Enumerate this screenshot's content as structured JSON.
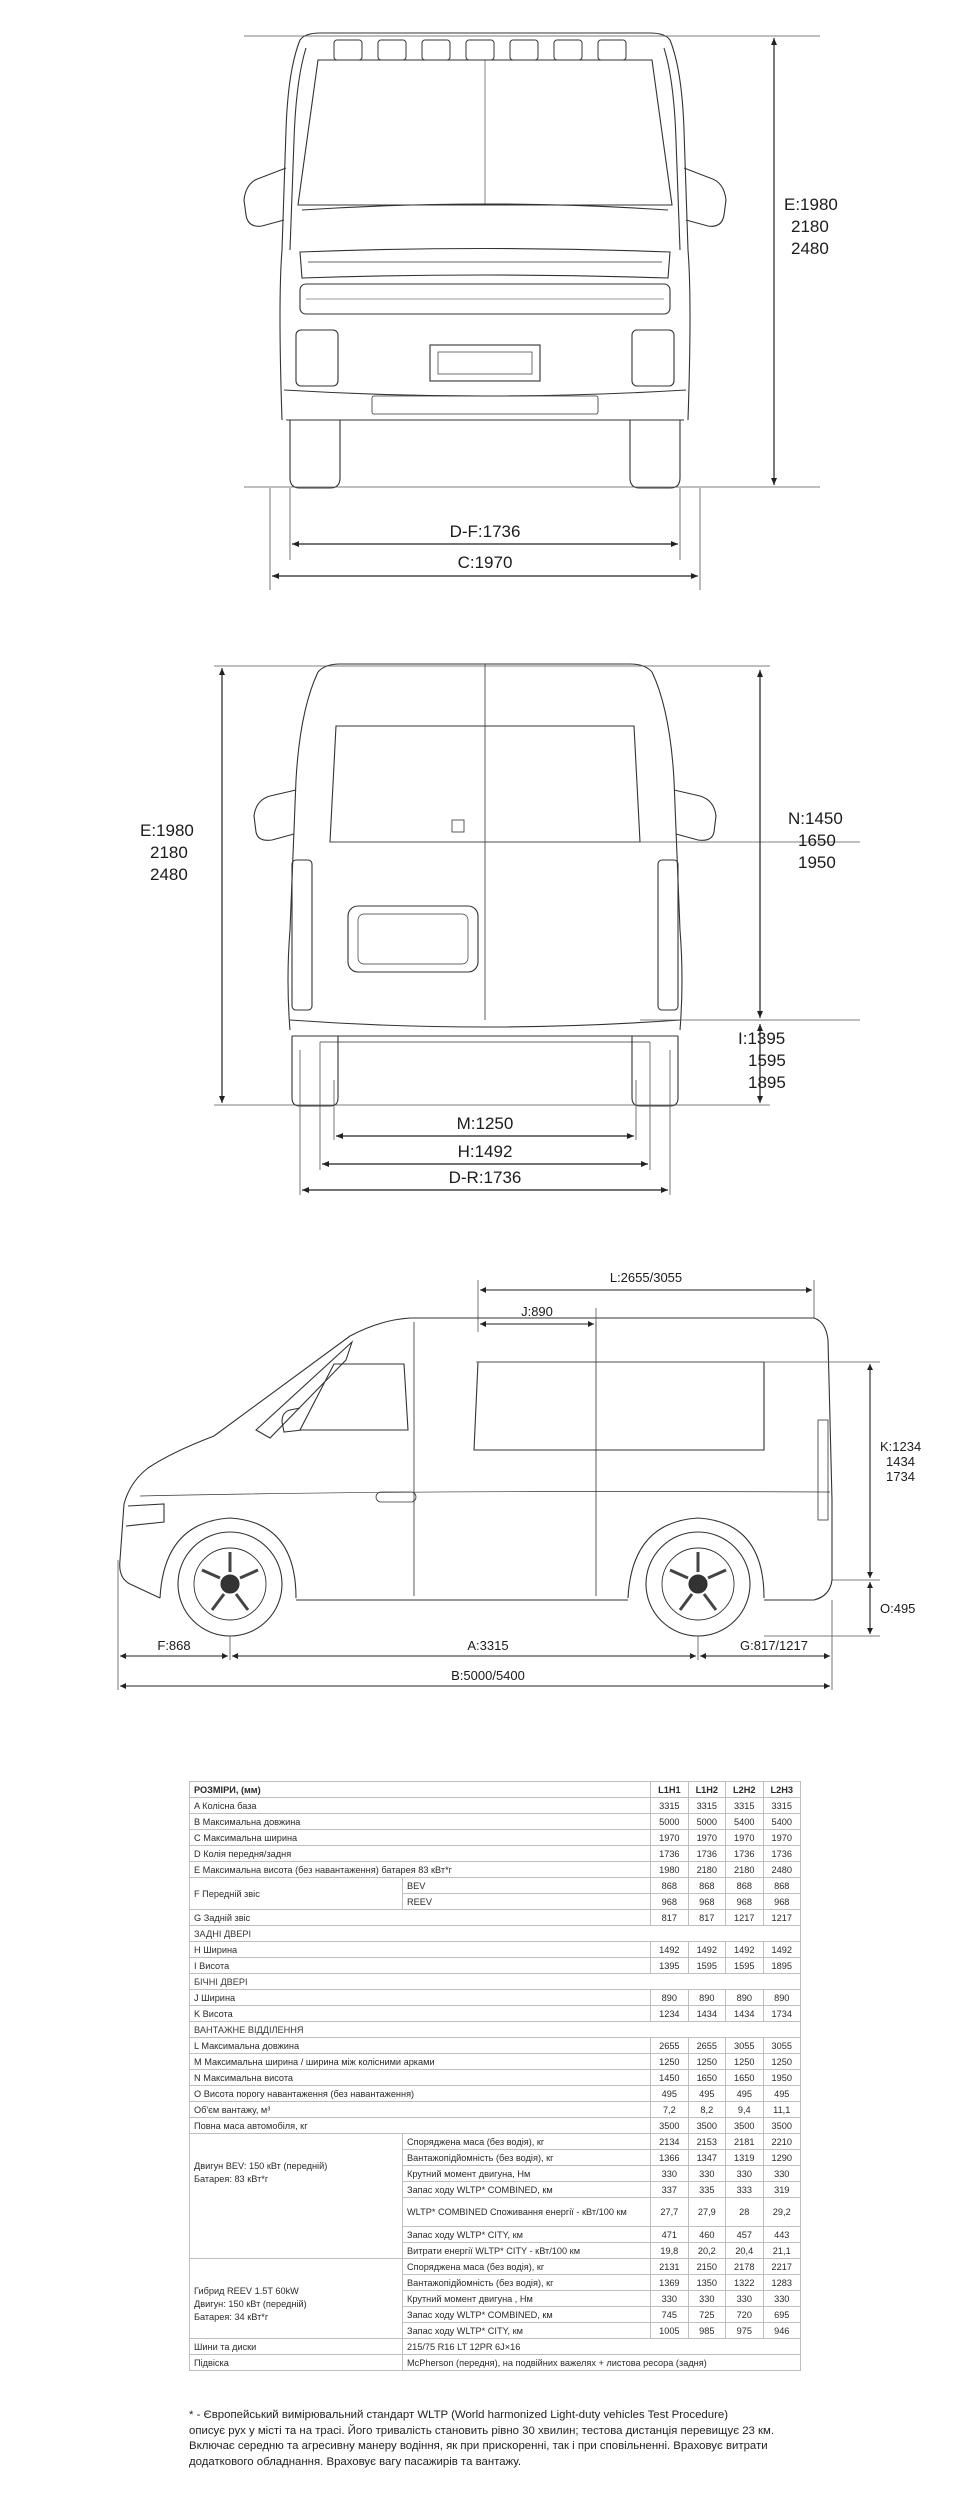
{
  "views": {
    "front": {
      "height_label": [
        "E:1980",
        "2180",
        "2480"
      ],
      "track_label": "D-F:1736",
      "width_label": "C:1970"
    },
    "rear": {
      "height_label": [
        "E:1980",
        "2180",
        "2480"
      ],
      "inner_height_label": [
        "N:1450",
        "1650",
        "1950"
      ],
      "door_height_label": [
        "I:1395",
        "1595",
        "1895"
      ],
      "cargo_width_label": "M:1250",
      "door_width_label": "H:1492",
      "track_label": "D-R:1736"
    },
    "side": {
      "cargo_length_label": "L:2655/3055",
      "side_door_label": "J:890",
      "side_door_height_label": [
        "K:1234",
        "1434",
        "1734"
      ],
      "sill_label": "O:495",
      "front_overhang_label": "F:868",
      "wheelbase_label": "A:3315",
      "rear_overhang_label": "G:817/1217",
      "length_label": "B:5000/5400"
    }
  },
  "spec": {
    "header": {
      "label": "РОЗМІРИ, (мм)",
      "cols": [
        "L1H1",
        "L1H2",
        "L2H2",
        "L2H3"
      ]
    },
    "rows": [
      {
        "label": "A Колісна база",
        "values": [
          "3315",
          "3315",
          "3315",
          "3315"
        ]
      },
      {
        "label": "B Максимальна довжина",
        "values": [
          "5000",
          "5000",
          "5400",
          "5400"
        ]
      },
      {
        "label": "C Максимальна ширина",
        "values": [
          "1970",
          "1970",
          "1970",
          "1970"
        ]
      },
      {
        "label": "D Колія передня/задня",
        "values": [
          "1736",
          "1736",
          "1736",
          "1736"
        ]
      },
      {
        "label": "E Максимальна висота (без навантаження) батарея 83 кВт*г",
        "values": [
          "1980",
          "2180",
          "2180",
          "2480"
        ]
      },
      {
        "label": "F Передній звіс",
        "sub": "BEV",
        "values": [
          "868",
          "868",
          "868",
          "868"
        ]
      },
      {
        "sub": "REEV",
        "values": [
          "968",
          "968",
          "968",
          "968"
        ]
      },
      {
        "label": "G Задній звіс",
        "values": [
          "817",
          "817",
          "1217",
          "1217"
        ]
      },
      {
        "section": "ЗАДНІ ДВЕРІ"
      },
      {
        "label": "H Ширина",
        "values": [
          "1492",
          "1492",
          "1492",
          "1492"
        ]
      },
      {
        "label": "I Висота",
        "values": [
          "1395",
          "1595",
          "1595",
          "1895"
        ]
      },
      {
        "section": "БІЧНІ ДВЕРІ"
      },
      {
        "label": "J Ширина",
        "values": [
          "890",
          "890",
          "890",
          "890"
        ]
      },
      {
        "label": "K Висота",
        "values": [
          "1234",
          "1434",
          "1434",
          "1734"
        ]
      },
      {
        "section": "ВАНТАЖНЕ ВІДДІЛЕННЯ"
      },
      {
        "label": "L Максимальна довжина",
        "values": [
          "2655",
          "2655",
          "3055",
          "3055"
        ]
      },
      {
        "label": "M Максимальна ширина / ширина між колісними арками",
        "values": [
          "1250",
          "1250",
          "1250",
          "1250"
        ]
      },
      {
        "label": "N Максимальна висота",
        "values": [
          "1450",
          "1650",
          "1650",
          "1950"
        ]
      },
      {
        "label": "O Висота порогу навантаження (без навантаження)",
        "values": [
          "495",
          "495",
          "495",
          "495"
        ]
      },
      {
        "label": "Об'єм вантажу, м³",
        "values": [
          "7,2",
          "8,2",
          "9,4",
          "11,1"
        ]
      },
      {
        "label": "Повна маса автомобіля, кг",
        "values": [
          "3500",
          "3500",
          "3500",
          "3500"
        ]
      }
    ],
    "groups": [
      {
        "label_lines": [
          "Двигун BEV: 150 кВт (передній)",
          "Батарея: 83 кВт*г"
        ],
        "rows": [
          {
            "label": "Споряджена маса (без водія), кг",
            "values": [
              "2134",
              "2153",
              "2181",
              "2210"
            ]
          },
          {
            "label": "Вантажопідйомність (без водія), кг",
            "values": [
              "1366",
              "1347",
              "1319",
              "1290"
            ]
          },
          {
            "label": "Крутний момент двигуна, Нм",
            "values": [
              "330",
              "330",
              "330",
              "330"
            ]
          },
          {
            "label": "Запас ходу WLTP* COMBINED, км",
            "values": [
              "337",
              "335",
              "333",
              "319"
            ]
          },
          {
            "label": "WLTP* COMBINED Споживання енергії - кВт/100 км",
            "values": [
              "27,7",
              "27,9",
              "28",
              "29,2"
            ],
            "tall": true
          },
          {
            "label": "Запас ходу WLTP* CITY, км",
            "values": [
              "471",
              "460",
              "457",
              "443"
            ]
          },
          {
            "label": "Витрати енергії WLTP* CITY - кВт/100 км",
            "values": [
              "19,8",
              "20,2",
              "20,4",
              "21,1"
            ]
          }
        ]
      },
      {
        "label_lines": [
          "Гибрид REEV 1.5T 60kW",
          "Двигун: 150 кВт (передній)",
          "Батарея: 34 кВт*г"
        ],
        "rows": [
          {
            "label": "Споряджена маса (без водія), кг",
            "values": [
              "2131",
              "2150",
              "2178",
              "2217"
            ]
          },
          {
            "label": "Вантажопідйомність (без водія), кг",
            "values": [
              "1369",
              "1350",
              "1322",
              "1283"
            ]
          },
          {
            "label": "Крутний момент двигуна , Нм",
            "values": [
              "330",
              "330",
              "330",
              "330"
            ]
          },
          {
            "label": "Запас ходу WLTP* COMBINED, км",
            "values": [
              "745",
              "725",
              "720",
              "695"
            ]
          },
          {
            "label": "Запас ходу WLTP* CITY, км",
            "values": [
              "1005",
              "985",
              "975",
              "946"
            ]
          }
        ]
      }
    ],
    "footer_rows": [
      {
        "label": "Шини та диски",
        "value": "215/75 R16 LT 12PR 6J×16"
      },
      {
        "label": "Підвіска",
        "value": "McPherson (передня), на подвійних важелях + листова ресора (задня)"
      }
    ]
  },
  "footnote": [
    "* - Європейський вимірювальний стандарт WLTP (World harmonized Light-duty vehicles Test Procedure)",
    "описує рух у місті та на трасі. Його тривалість становить рівно 30 хвилин; тестова дистанція перевищує 23 км.",
    "Включає середню та агресивну манеру водіння, як при прискоренні, так і при сповільненні. Враховує витрати",
    "додаткового обладнання. Враховує вагу пасажирів та вантажу."
  ]
}
